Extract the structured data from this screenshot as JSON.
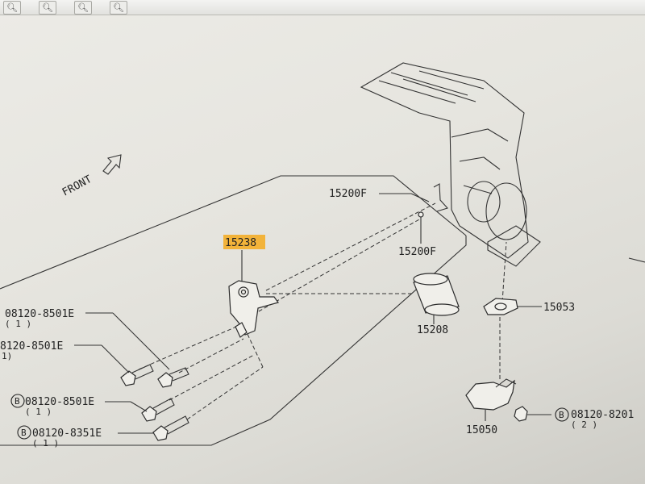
{
  "toolbar": {
    "buttons": [
      {
        "icon": "zoom-out-icon"
      },
      {
        "icon": "zoom-fit-icon"
      },
      {
        "icon": "zoom-in-icon"
      },
      {
        "icon": "zoom-reset-icon"
      }
    ]
  },
  "diagram": {
    "front_label": "FRONT",
    "parts": {
      "p15238": "15238",
      "p15200f_top": "15200F",
      "p15200f_mid": "15200F",
      "p15208": "15208",
      "p15053": "15053",
      "p15050": "15050"
    },
    "bolts": {
      "b1": {
        "code": "08120-8501E",
        "qty": "( 1 )"
      },
      "b2": {
        "code": "8120-8501E",
        "qty": "1)"
      },
      "b3": {
        "marker": "B",
        "code": "08120-8501E",
        "qty": "( 1 )"
      },
      "b4": {
        "marker": "B",
        "code": "08120-8351E",
        "qty": "( 1 )"
      },
      "b5": {
        "marker": "B",
        "code": "08120-8201",
        "qty": "( 2 )"
      }
    },
    "highlight_color": "#f2b33a"
  }
}
